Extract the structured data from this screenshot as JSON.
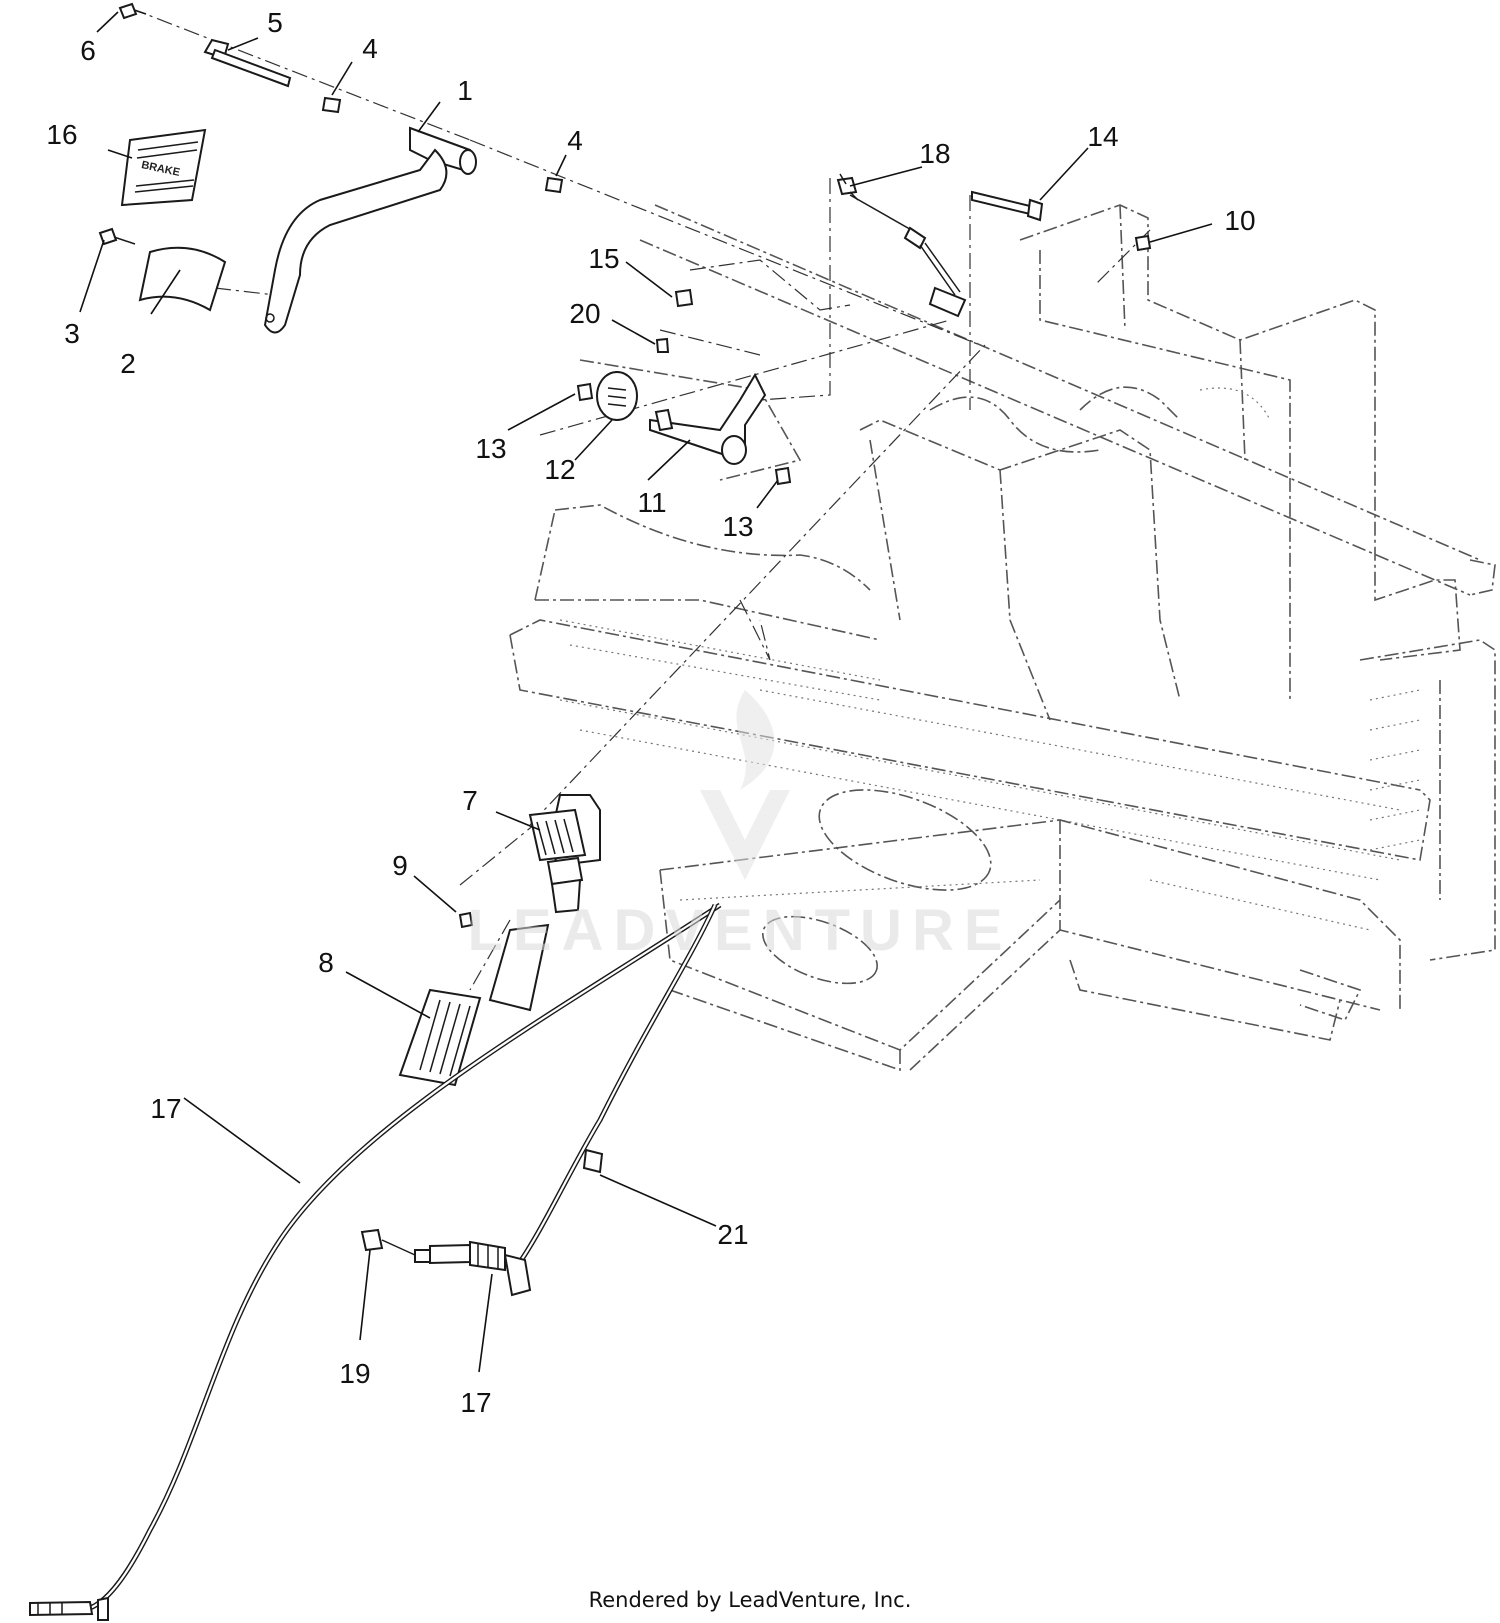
{
  "callouts": [
    {
      "id": "c1",
      "label": "1"
    },
    {
      "id": "c2",
      "label": "2"
    },
    {
      "id": "c3",
      "label": "3"
    },
    {
      "id": "c4a",
      "label": "4"
    },
    {
      "id": "c4b",
      "label": "4"
    },
    {
      "id": "c5",
      "label": "5"
    },
    {
      "id": "c6",
      "label": "6"
    },
    {
      "id": "c7",
      "label": "7"
    },
    {
      "id": "c8",
      "label": "8"
    },
    {
      "id": "c9",
      "label": "9"
    },
    {
      "id": "c10",
      "label": "10"
    },
    {
      "id": "c11",
      "label": "11"
    },
    {
      "id": "c12",
      "label": "12"
    },
    {
      "id": "c13a",
      "label": "13"
    },
    {
      "id": "c13b",
      "label": "13"
    },
    {
      "id": "c14",
      "label": "14"
    },
    {
      "id": "c15",
      "label": "15"
    },
    {
      "id": "c16",
      "label": "16"
    },
    {
      "id": "c17a",
      "label": "17"
    },
    {
      "id": "c17b",
      "label": "17"
    },
    {
      "id": "c18",
      "label": "18"
    },
    {
      "id": "c19",
      "label": "19"
    },
    {
      "id": "c20",
      "label": "20"
    },
    {
      "id": "c21",
      "label": "21"
    }
  ],
  "brake_pad_text": "BRAKE",
  "watermark_text": "LEADVENTURE",
  "footer_text": "Rendered by LeadVenture, Inc."
}
